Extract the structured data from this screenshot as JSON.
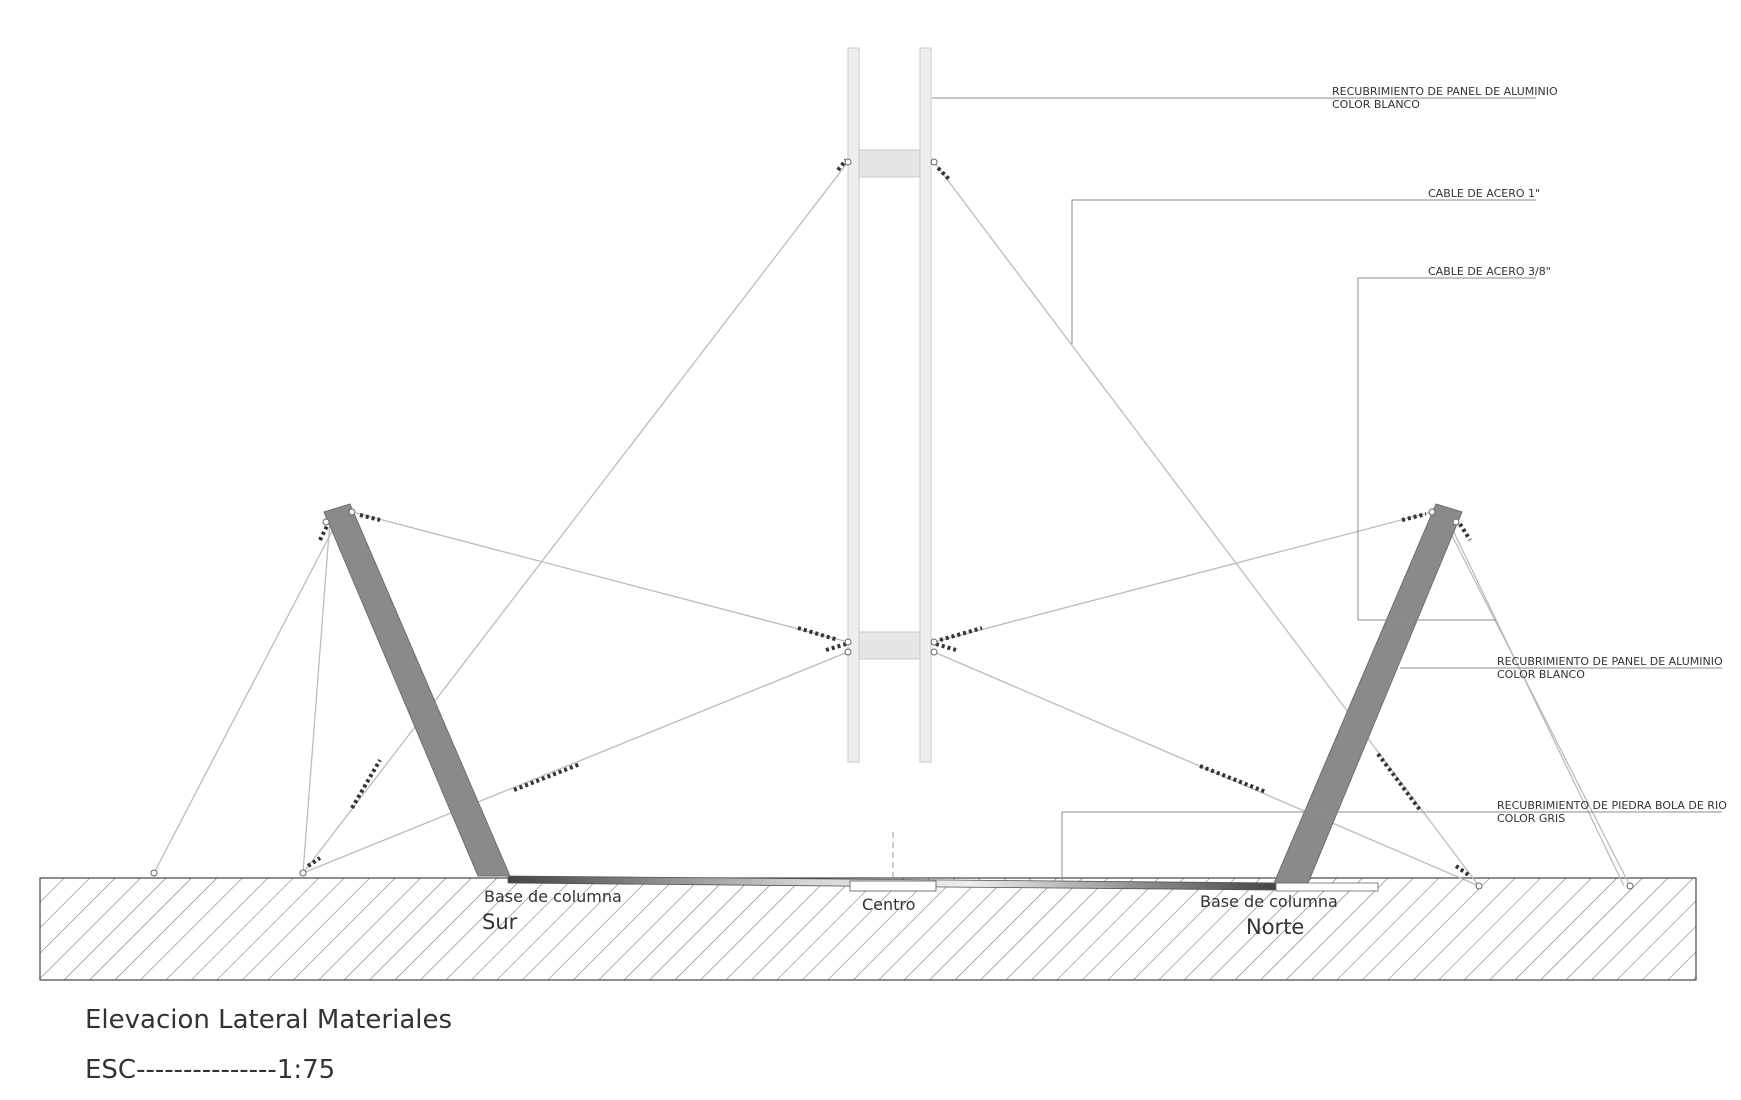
{
  "drawing": {
    "title": "Elevacion  Lateral Materiales",
    "scale": "ESC---------------1:75"
  },
  "annotations": {
    "panel_top_l1": "RECUBRIMIENTO DE PANEL DE ALUMINIO",
    "panel_top_l2": "COLOR BLANCO",
    "cable_1": "CABLE DE ACERO  1\"",
    "cable_38": "CABLE DE ACERO  3/8\"",
    "panel_right_l1": "RECUBRIMIENTO DE PANEL DE ALUMINIO",
    "panel_right_l2": "COLOR BLANCO",
    "stone_l1": "RECUBRIMIENTO DE PIEDRA BOLA DE RIO",
    "stone_l2": "COLOR GRIS"
  },
  "labels": {
    "base_sur_l1": "Base de columna",
    "base_sur_l2": "Sur",
    "centro": "Centro",
    "base_norte_l1": "Base de columna",
    "base_norte_l2": "Norte"
  },
  "colors": {
    "column": "#8a8a8a",
    "mast_fill": "#efefef",
    "ground_hatch": "#555555"
  }
}
